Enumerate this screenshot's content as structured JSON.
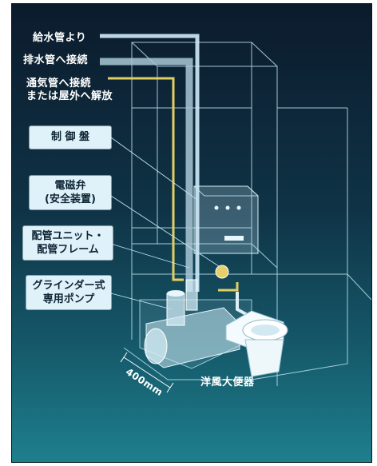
{
  "pipe_labels": {
    "water_supply": "給水管より",
    "drain": "排水管へ接続",
    "vent_line1": "通気管へ接続",
    "vent_line2": "または屋外へ解放"
  },
  "callouts": {
    "control_panel": "制 御 盤",
    "solenoid_line1": "電磁弁",
    "solenoid_line2": "(安全装置)",
    "piping_line1": "配管ユニット・",
    "piping_line2": "配管フレーム",
    "pump_line1": "グラインダー式",
    "pump_line2": "専用ポンプ"
  },
  "dimension": "400mm",
  "toilet_label": "洋風大便器",
  "colors": {
    "bg_top": "#0b1b2c",
    "bg_bottom": "#1e7f8d",
    "callout_bg": "#dff2fa",
    "vent_pipe": "#e2cf62",
    "water_pipe": "#cfeaf7"
  }
}
